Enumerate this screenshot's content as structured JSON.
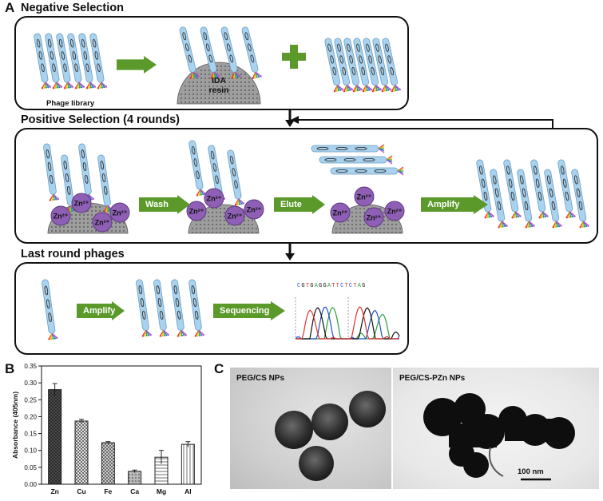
{
  "panels": {
    "a": {
      "letter": "A",
      "negative_title": "Negative Selection",
      "positive_title": "Positive Selection (4 rounds)",
      "last_title": "Last round phages",
      "phage_library_label": "Phage library",
      "resin_label_1": "IDA",
      "resin_label_2": "resin",
      "ion_label": "Zn²⁺",
      "wash_label": "Wash",
      "elute_label": "Elute",
      "amplify_label": "Amplify",
      "amplify_label_2": "Amplify",
      "sequencing_label": "Sequencing",
      "sequence_text": "CGTGAGGATTCTCTAG"
    },
    "b": {
      "letter": "B"
    },
    "c": {
      "letter": "C",
      "left_label": "PEG/CS NPs",
      "right_label": "PEG/CS-PZn NPs",
      "scale_label": "100 nm"
    }
  },
  "colors": {
    "green_arrow": "#5b9a2a",
    "phage_fill": "#a9d2ee",
    "zinc_fill": "#8e5fb5",
    "resin_fill": "#9e9e9e"
  },
  "chart_data": {
    "type": "bar",
    "categories": [
      "Zn",
      "Cu",
      "Fe",
      "Ca",
      "Mg",
      "Al"
    ],
    "values": [
      0.28,
      0.187,
      0.123,
      0.038,
      0.08,
      0.118
    ],
    "errors": [
      0.018,
      0.005,
      0.003,
      0.004,
      0.02,
      0.008
    ],
    "ylabel": "Absorbance (405nm)",
    "xlabel": "",
    "ylim": [
      0,
      0.35
    ],
    "yticks": [
      "0.00",
      "0.05",
      "0.10",
      "0.15",
      "0.20",
      "0.25",
      "0.30",
      "0.35"
    ],
    "grid": false
  }
}
